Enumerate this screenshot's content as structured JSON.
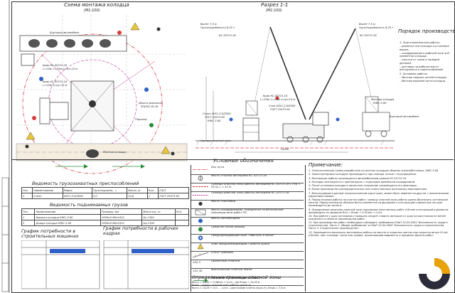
{
  "plan": {
    "title": "Схема монтажа колодца",
    "scale": "(М1:100)",
    "labels": {
      "fence": "Бортовой автомобиль",
      "crane_stop": "Кран КС-55713-1К",
      "crane_params": "L=13м; L=25м; Lстр=15 м",
      "road": "Подъезд",
      "road_sign": "Дорога дорожная",
      "road_code": "ЗП(ЗП) 16-30",
      "mount_zone": "Монтаж колодца",
      "crane_label2": "Кран КС-55713-1К",
      "crane_params2": "L=13м; Lстр=15 м"
    }
  },
  "section": {
    "title": "Разрез 1-1",
    "scale": "(М1:100)",
    "labels": {
      "boom1": "Вылет 7,5 м",
      "boom1b": "Грузоподъёмность 6,25 т",
      "ks1": "КС-55713-1К",
      "boom2": "Вылет 7,5 м",
      "boom2b": "Грузоподъёмность 6,25 т",
      "ks2": "КС-55713-1К",
      "hook": "Стрп 4СК1-2,0/2000",
      "hook2": "ГОСТ 25573-82",
      "crane_ks": "Кран КС-55713-1К",
      "crane_p": "L=13м; L=25м; Lстр=15 м",
      "mount_bag": "Монтаж колодца",
      "ring": "КЖС-3-80",
      "sling2": "Строп 4СК1-2,0/2000",
      "gost2": "ГОСТ 25573-82",
      "ring2": "КЖС-3-80",
      "ground": "Граница опасной зоны",
      "truck": "Бортовой автомобиль",
      "dim": "14250"
    }
  },
  "procedure": {
    "title": "Порядок производства работ",
    "steps": [
      "1. Подготовительные работы:",
      "– разметка оси колодца и установка вешек;",
      "– складирование в рабочей зоне ж.б. элементов колодца;",
      "– очистка от грязи и наледей деталей.",
      "– доставка на рабочее место инструмента и приспособлений.",
      "2. Основные работы:",
      "– Монтаж нижних частей колодца;",
      "– Монтаж верхней части колодца."
    ]
  },
  "legend": {
    "title": "Условные обозначения",
    "items": [
      "Ось пути",
      "Место стоянки автокрана КС-55713-1К",
      "Граница опасной зоны работы автокрана КС-55713-1К  L стр = 25 м; L = 11 м",
      "Граница рабочей зоны работы автокрана КС-55713-1К",
      "Место строповки",
      "Место складирования, отведенное за безопасным производством работ ПС",
      "Место сигнальщика",
      "Средство связи (рация)",
      "Предупреждающий знак \"Работать в каске\"",
      "Знак предупреждающий о работе крана",
      "Откос траншеи",
      "Проектные отметки",
      "Фактические отметки земли",
      "Направление производства работ"
    ],
    "codes": [
      "152,3",
      "152,30"
    ]
  },
  "notes": {
    "title": "Примечание:",
    "items": [
      "1. Технологическая схема разработана на монтаж колодцев сборных железобетонных, КЖС-3-80.",
      "2. Транспортировка колодцев производится при помощи тягача с полуприцепом.",
      "3. Монтажные работы производятся автомобильным краном КС-55713-1К.",
      "4. Колодцы монтируются с кранов вдоль с подъездом временной складировкой.",
      "5. После установки колодца в проектное положение производится его фиксация.",
      "6. Более производство распорядительных или ответственных монтажных мероприятиях.",
      "7. Используемый в данной технологической карте кран, может быть заменен на другой, с аналогичными характеристиками.",
      "8. Перед началом работы на участке работ, границу опасной зоны работы крана обозначить сигнальной лентой. Перед монтажом сборных бетон.элементов на фундамент конструкций и демонтаж на кран производится до вылета.",
      "9. Определение величины опасной зоны подъемных (монтажных) работ и более конструкций в формулы производить по формуле Rоп = Rmax + 0,5Lmin + Lотл.",
      "10. При работе у края котлована и траншеи следует ставить автокран от края на расстоянии не менее указанного в проекте производства работ.",
      "11. При производстве работ необходимо соблюдать требования СНиП 12-03-2001 \"Безопасность труда в строительстве. Часть 1. Общие требования\" и СНиП 12-04-2002 \"Безопасность труда в строительстве. Часть 2. Строительное производство\".",
      "12. Запрещается выполнять монтажные работы на высоте в открытых местах при скорости ветра 15 м/с и более, при гололеде, грозе или тумане, исключающем видимость в пределах фронта работ."
    ]
  },
  "tables": {
    "grip_title": "Ведомость грузозахватных приспособлений",
    "grip_headers": [
      "Поз.",
      "Наименование",
      "Марка",
      "Грузоподъемн., т",
      "Масса, кг",
      "Кол.",
      "ГОСТ"
    ],
    "grip_rows": [
      [
        "1",
        "Строп",
        "4СК1-2,0/2000",
        "2,0",
        "24,8",
        "1",
        "ГОСТ 25573-82"
      ]
    ],
    "loads_title": "Ведомость поднимаемых грузов",
    "loads_headers": [
      "Поз.",
      "Наименование",
      "Размеры, мм",
      "Масса ед., кг",
      "Кол."
    ],
    "loads_rows": [
      [
        "1",
        "Крышка колодца КЖС-3-80",
        "1950х1160х1810",
        "Gк 1300",
        ""
      ],
      [
        "2",
        "Днище колодца КЖС-3-80",
        "1950х1160х1810",
        "Gд 1300",
        ""
      ]
    ],
    "machines_title": "График потребности в строительных машинах",
    "workers_title": "График потребности в рабочих кадрах",
    "danger_title": "Определение границы опасной зоны",
    "danger_lines": [
      "Rоп.к = Rmax + 0,5Bmin + Lотл., где Rmax = 14,25 м",
      "Rmax – радиус опасной зоны работы крана, м;",
      "Rоп.к = 14,25 + 0,5·... ; Lотл – расстояние отлета груза (т), Rmax = 7,5 м.",
      "Rоп = ... – максимальный вылет стрелы крана (т), Rmax = 7,5 м."
    ]
  },
  "colors": {
    "red": "#d83b3b",
    "magenta": "#c03a9a",
    "blue": "#2f5fc8",
    "green": "#2a8a3a",
    "yellow": "#e8c53a",
    "orange": "#e8a30a",
    "logo_dark": "#2b2b3a"
  }
}
